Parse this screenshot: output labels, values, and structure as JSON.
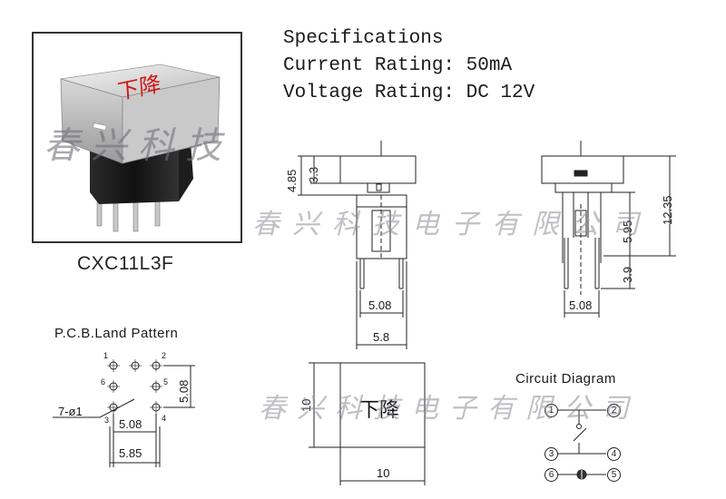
{
  "specs": {
    "heading": "Specifications",
    "current": "Current Rating: 50mA",
    "voltage": "Voltage Rating: DC 12V"
  },
  "photo": {
    "cap_label": "下降",
    "model": "CXC11L3F"
  },
  "watermark": {
    "short": "春兴科技",
    "long": "春兴科技电子有限公司"
  },
  "side_view": {
    "dim_485": "4.85",
    "dim_33": "3.3",
    "dim_508": "5.08",
    "dim_58": "5.8"
  },
  "front_view": {
    "dim_1235": "12.35",
    "dim_595": "5.95",
    "dim_39": "3.9",
    "dim_508": "5.08"
  },
  "pcb": {
    "title": "P.C.B.Land Pattern",
    "hole_label": "7-ø1",
    "dim_508_v": "5.08",
    "dim_508_h": "5.08",
    "dim_585": "5.85",
    "pins": [
      "1",
      "2",
      "3",
      "4",
      "5",
      "6"
    ]
  },
  "top_view": {
    "cap_label": "下降",
    "dim_10_v": "10",
    "dim_10_h": "10"
  },
  "circuit": {
    "title": "Circuit Diagram",
    "nodes": [
      "1",
      "2",
      "3",
      "4",
      "5",
      "6"
    ]
  }
}
